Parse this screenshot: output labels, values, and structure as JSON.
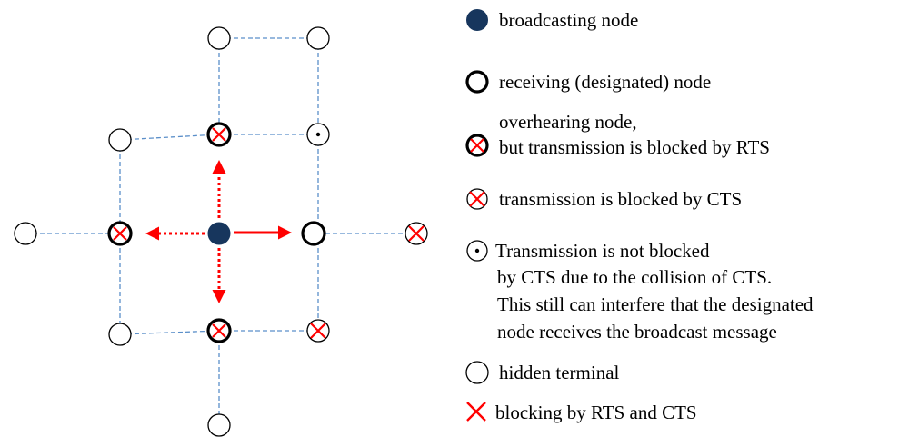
{
  "colors": {
    "edge": "#5b8fc9",
    "broadcast_fill": "#17365d",
    "cross": "#ff0000",
    "arrow": "#ff0000",
    "node_stroke": "#000000"
  },
  "legend": {
    "broadcasting": "broadcasting node",
    "receiving": "receiving (designated) node",
    "overhearing_line1": "overhearing node,",
    "overhearing_line2": "but transmission is blocked by RTS",
    "cts_blocked": "transmission is blocked by CTS",
    "not_blocked_line1": "Transmission is not blocked",
    "not_blocked_line2": "by CTS due to the collision of CTS.",
    "not_blocked_line3": "This still can interfere that the designated",
    "not_blocked_line4": "node receives the broadcast message",
    "hidden": "hidden terminal",
    "blocking": "blocking by RTS and CTS"
  },
  "node_types": [
    "broadcasting",
    "receiving",
    "overhearing-rts",
    "blocked-cts",
    "not-blocked",
    "hidden-terminal"
  ],
  "arrows": [
    {
      "direction": "right",
      "style": "solid"
    },
    {
      "direction": "left",
      "style": "dotted"
    },
    {
      "direction": "up",
      "style": "dotted"
    },
    {
      "direction": "down",
      "style": "dotted"
    }
  ]
}
